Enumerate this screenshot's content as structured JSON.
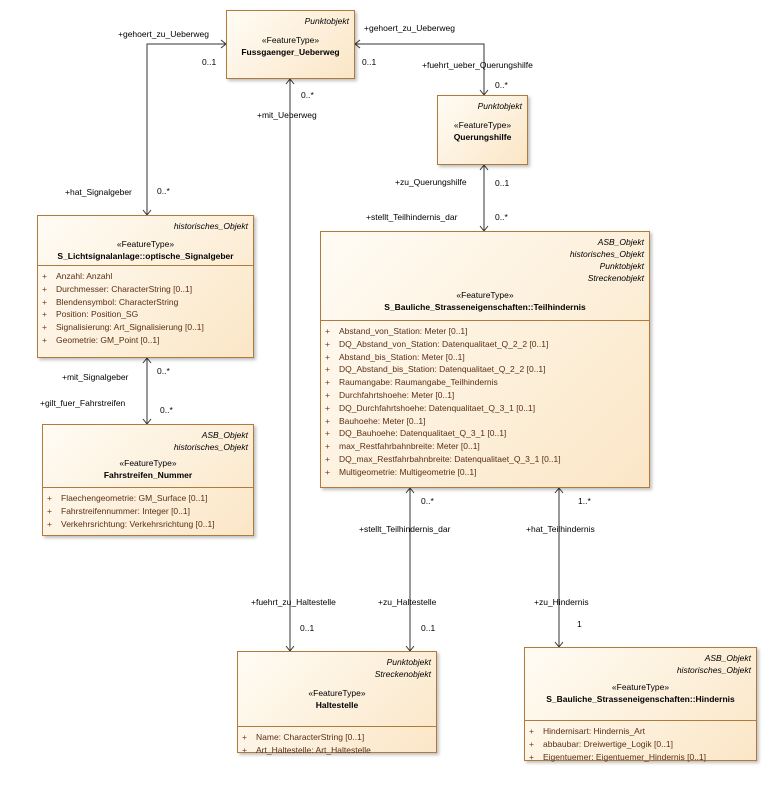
{
  "classes": {
    "fussgaenger": {
      "stereotypes": [
        "Punktobjekt"
      ],
      "featuretype": "«FeatureType»",
      "name": "Fussgaenger_Ueberweg",
      "attributes": []
    },
    "querungshilfe": {
      "stereotypes": [
        "Punktobjekt"
      ],
      "featuretype": "«FeatureType»",
      "name": "Querungshilfe",
      "attributes": []
    },
    "lichtsignal": {
      "stereotypes": [
        "historisches_Objekt"
      ],
      "featuretype": "«FeatureType»",
      "name": "S_Lichtsignalanlage::optische_Signalgeber",
      "attributes": [
        "Anzahl: Anzahl",
        "Durchmesser: CharacterString [0..1]",
        "Blendensymbol: CharacterString",
        "Position: Position_SG",
        "Signalisierung: Art_Signalisierung [0..1]",
        "Geometrie: GM_Point [0..1]"
      ]
    },
    "fahrstreifen": {
      "stereotypes": [
        "ASB_Objekt",
        "historisches_Objekt"
      ],
      "featuretype": "«FeatureType»",
      "name": "Fahrstreifen_Nummer",
      "attributes": [
        "Flaechengeometrie: GM_Surface [0..1]",
        "Fahrstreifennummer: Integer [0..1]",
        "Verkehrsrichtung: Verkehrsrichtung [0..1]"
      ]
    },
    "teilhindernis": {
      "stereotypes": [
        "ASB_Objekt",
        "historisches_Objekt",
        "Punktobjekt",
        "Streckenobjekt"
      ],
      "featuretype": "«FeatureType»",
      "name": "S_Bauliche_Strasseneigenschaften::Teilhindernis",
      "attributes": [
        "Abstand_von_Station: Meter [0..1]",
        "DQ_Abstand_von_Station: Datenqualitaet_Q_2_2 [0..1]",
        "Abstand_bis_Station: Meter [0..1]",
        "DQ_Abstand_bis_Station: Datenqualitaet_Q_2_2 [0..1]",
        "Raumangabe: Raumangabe_Teilhindernis",
        "Durchfahrtshoehe: Meter [0..1]",
        "DQ_Durchfahrtshoehe: Datenqualitaet_Q_3_1 [0..1]",
        "Bauhoehe: Meter [0..1]",
        "DQ_Bauhoehe: Datenqualitaet_Q_3_1 [0..1]",
        "max_Restfahrbahnbreite: Meter [0..1]",
        "DQ_max_Restfahrbahnbreite: Datenqualitaet_Q_3_1 [0..1]",
        "Multigeometrie: Multigeometrie [0..1]"
      ]
    },
    "haltestelle": {
      "stereotypes": [
        "Punktobjekt",
        "Streckenobjekt"
      ],
      "featuretype": "«FeatureType»",
      "name": "Haltestelle",
      "attributes": [
        "Name: CharacterString [0..1]",
        "Art_Haltestelle: Art_Haltestelle"
      ]
    },
    "hindernis": {
      "stereotypes": [
        "ASB_Objekt",
        "historisches_Objekt"
      ],
      "featuretype": "«FeatureType»",
      "name": "S_Bauliche_Strasseneigenschaften::Hindernis",
      "attributes": [
        "Hindernisart: Hindernis_Art",
        "abbaubar: Dreiwertige_Logik [0..1]",
        "Eigentuemer: Eigentuemer_Hindernis [0..1]"
      ]
    }
  },
  "attribute_marker": "+",
  "labels": {
    "gehoert_left": "+gehoert_zu_Ueberweg",
    "mult_01_left": "0..1",
    "gehoert_right": "+gehoert_zu_Ueberweg",
    "mult_01_right": "0..1",
    "fuehrt_ueber": "+fuehrt_ueber_Querungshilfe",
    "mult_0n_qh_top": "0..*",
    "mult_0n_fg_bottom": "0..*",
    "mit_ueberweg": "+mit_Ueberweg",
    "hat_signalgeber": "+hat_Signalgeber",
    "mult_0n_ls_top": "0..*",
    "zu_querungshilfe": "+zu_Querungshilfe",
    "mult_01_qh_bottom": "0..1",
    "stellt_top": "+stellt_Teilhindernis_dar",
    "mult_0n_th_top": "0..*",
    "mit_signalgeber": "+mit_Signalgeber",
    "mult_0n_ls_bottom": "0..*",
    "gilt_fuer": "+gilt_fuer_Fahrstreifen",
    "mult_0n_fs_top": "0..*",
    "mult_0n_th_bottom": "0..*",
    "mult_1n_th_bottom": "1..*",
    "stellt_bottom": "+stellt_Teilhindernis_dar",
    "hat_teilhindernis": "+hat_Teilhindernis",
    "fuehrt_zu_haltestelle": "+fuehrt_zu_Haltestelle",
    "zu_haltestelle": "+zu_Haltestelle",
    "zu_hindernis": "+zu_Hindernis",
    "mult_01_hs_left": "0..1",
    "mult_01_hs_right": "0..1",
    "mult_1_hi": "1"
  }
}
